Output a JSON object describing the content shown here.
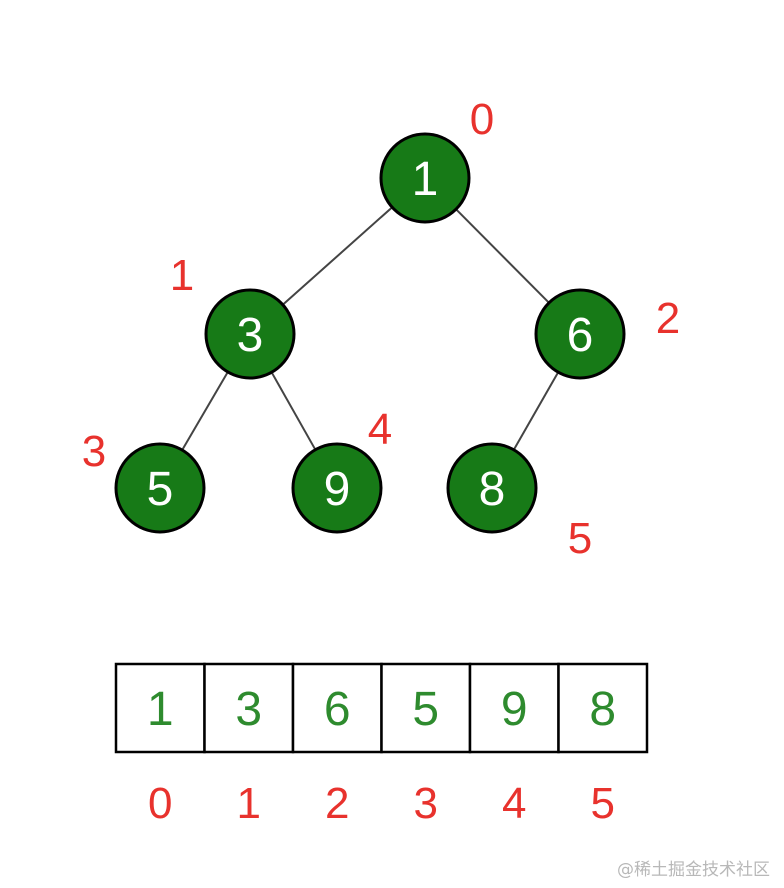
{
  "tree": {
    "nodes": [
      {
        "id": "n0",
        "value": "1",
        "index": "0"
      },
      {
        "id": "n1",
        "value": "3",
        "index": "1"
      },
      {
        "id": "n2",
        "value": "6",
        "index": "2"
      },
      {
        "id": "n3",
        "value": "5",
        "index": "3"
      },
      {
        "id": "n4",
        "value": "9",
        "index": "4"
      },
      {
        "id": "n5",
        "value": "8",
        "index": "5"
      }
    ],
    "edges": [
      {
        "from": "n0",
        "to": "n1"
      },
      {
        "from": "n0",
        "to": "n2"
      },
      {
        "from": "n1",
        "to": "n3"
      },
      {
        "from": "n1",
        "to": "n4"
      },
      {
        "from": "n2",
        "to": "n5"
      }
    ]
  },
  "array": {
    "cells": [
      "1",
      "3",
      "6",
      "5",
      "9",
      "8"
    ],
    "indices": [
      "0",
      "1",
      "2",
      "3",
      "4",
      "5"
    ]
  },
  "colors": {
    "node_fill": "#177a17",
    "node_stroke": "#000000",
    "node_text": "#ffffff",
    "index_label": "#e8322d",
    "array_text": "#2e8b2e",
    "edge": "#444444"
  },
  "watermark": "@稀土掘金技术社区"
}
